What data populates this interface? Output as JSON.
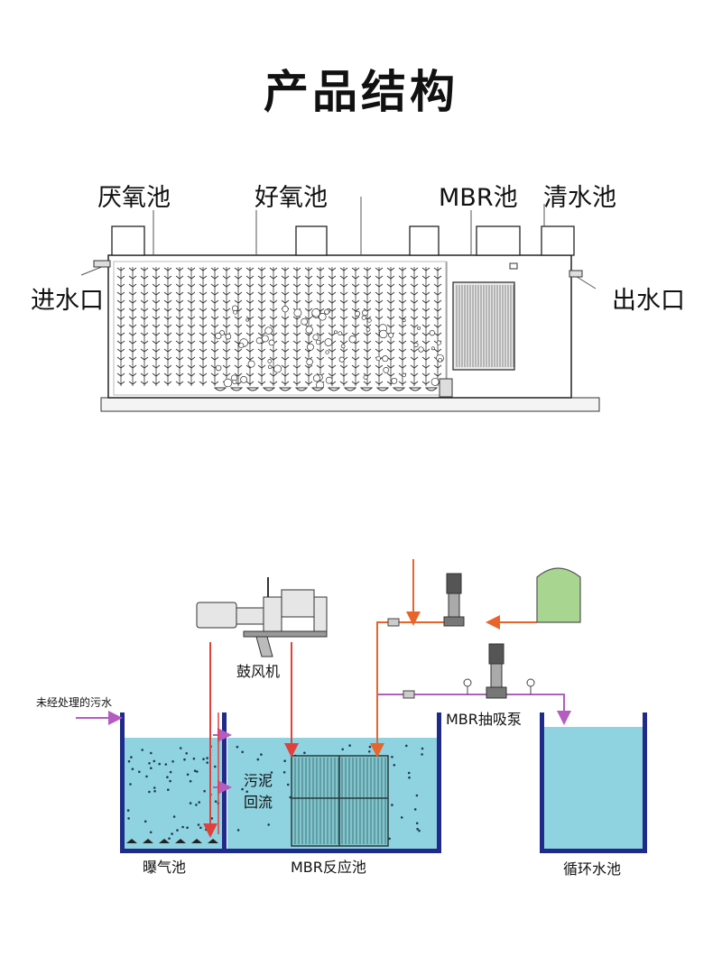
{
  "title": "产品结构",
  "top_diagram": {
    "labels": {
      "anaerobic": "厌氧池",
      "aerobic": "好氧池",
      "mbr": "MBR池",
      "clear_water": "清水池",
      "inlet": "进水口",
      "outlet": "出水口"
    }
  },
  "process_diagram": {
    "labels": {
      "raw_sewage": "未经处理的污水",
      "blower": "鼓风机",
      "mbr_pump": "MBR抽吸泵",
      "sludge_return": [
        "污泥",
        "回流"
      ],
      "aeration_tank": "曝气池",
      "mbr_reactor": "MBR反应池",
      "circulation_tank": "循环水池"
    }
  }
}
